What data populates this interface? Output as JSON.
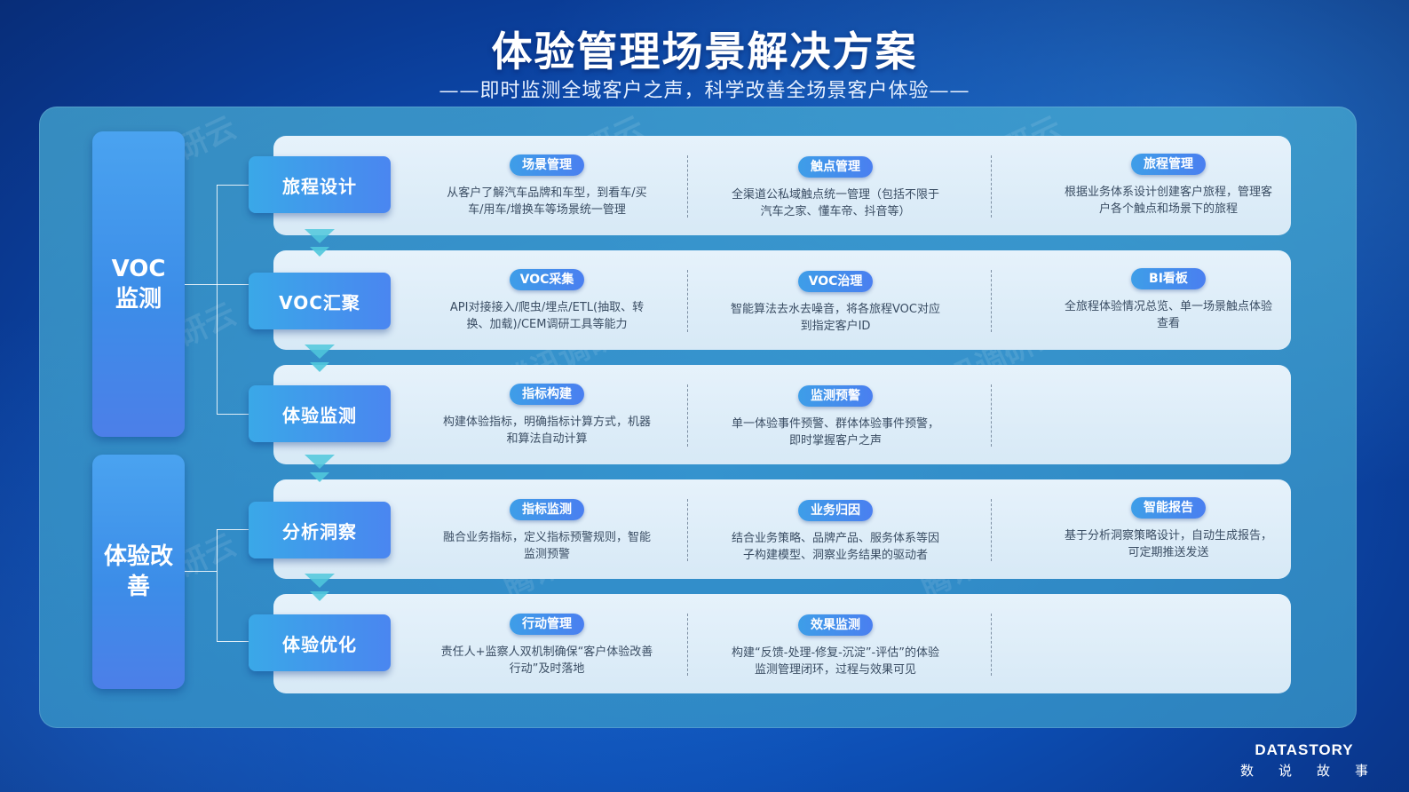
{
  "title": "体验管理场景解决方案",
  "subtitle": "——即时监测全域客户之声，科学改善全场景客户体验——",
  "watermark": "腾讯调研云",
  "groups": [
    {
      "label": "VOC监测"
    },
    {
      "label": "体验改善"
    }
  ],
  "stages": [
    {
      "label": "旅程设计",
      "items": [
        {
          "tag": "场景管理",
          "desc": "从客户了解汽车品牌和车型，到看车/买车/用车/增换车等场景统一管理"
        },
        {
          "tag": "触点管理",
          "desc": "全渠道公私域触点统一管理（包括不限于汽车之家、懂车帝、抖音等）"
        },
        {
          "tag": "旅程管理",
          "desc": "根据业务体系设计创建客户旅程，管理客户各个触点和场景下的旅程"
        }
      ]
    },
    {
      "label": "VOC汇聚",
      "items": [
        {
          "tag": "VOC采集",
          "desc": "API对接接入/爬虫/埋点/ETL(抽取、转换、加载)/CEM调研工具等能力"
        },
        {
          "tag": "VOC治理",
          "desc": "智能算法去水去噪音，将各旅程VOC对应到指定客户ID"
        },
        {
          "tag": "BI看板",
          "desc": "全旅程体验情况总览、单一场景触点体验查看"
        }
      ]
    },
    {
      "label": "体验监测",
      "items": [
        {
          "tag": "指标构建",
          "desc": "构建体验指标，明确指标计算方式，机器和算法自动计算"
        },
        {
          "tag": "监测预警",
          "desc": "单一体验事件预警、群体体验事件预警，即时掌握客户之声"
        }
      ]
    },
    {
      "label": "分析洞察",
      "items": [
        {
          "tag": "指标监测",
          "desc": "融合业务指标，定义指标预警规则，智能监测预警"
        },
        {
          "tag": "业务归因",
          "desc": "结合业务策略、品牌产品、服务体系等因子构建模型、洞察业务结果的驱动者"
        },
        {
          "tag": "智能报告",
          "desc": "基于分析洞察策略设计，自动生成报告，可定期推送发送"
        }
      ]
    },
    {
      "label": "体验优化",
      "items": [
        {
          "tag": "行动管理",
          "desc": "责任人+监察人双机制确保“客户体验改善行动”及时落地"
        },
        {
          "tag": "效果监测",
          "desc": "构建“反馈-处理-修复-沉淀”-评估”的体验监测管理闭环，过程与效果可见"
        }
      ]
    }
  ],
  "logo": {
    "main": "DATASTORY",
    "sub": "数说故事"
  }
}
